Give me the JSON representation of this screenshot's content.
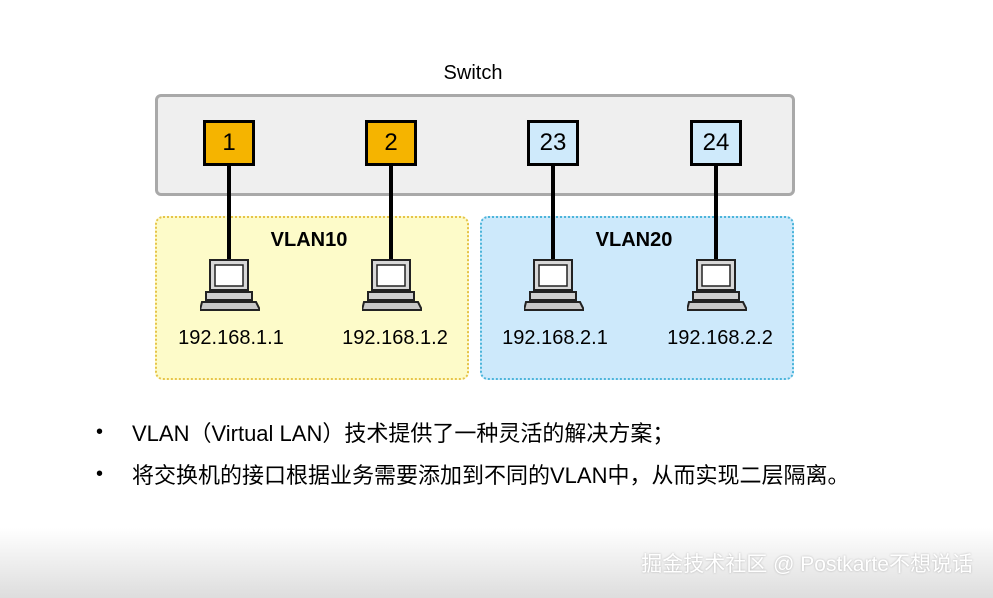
{
  "switch": {
    "label": "Switch"
  },
  "ports": [
    {
      "number": "1",
      "color": "#f5b400"
    },
    {
      "number": "2",
      "color": "#f5b400"
    },
    {
      "number": "23",
      "color": "#cfeafb"
    },
    {
      "number": "24",
      "color": "#cfeafb"
    }
  ],
  "vlans": [
    {
      "name": "VLAN10",
      "color": "#fdfbc9",
      "border": "#e6c44a"
    },
    {
      "name": "VLAN20",
      "color": "#cde9fb",
      "border": "#4cb5da"
    }
  ],
  "hosts": [
    {
      "ip": "192.168.1.1",
      "icon": "computer-icon"
    },
    {
      "ip": "192.168.1.2",
      "icon": "computer-icon"
    },
    {
      "ip": "192.168.2.1",
      "icon": "computer-icon"
    },
    {
      "ip": "192.168.2.2",
      "icon": "computer-icon"
    }
  ],
  "bullets": [
    "VLAN（Virtual LAN）技术提供了一种灵活的解决方案；",
    "将交换机的接口根据业务需要添加到不同的VLAN中，从而实现二层隔离。"
  ],
  "bullet_symbol": "•",
  "watermark": "掘金技术社区 @ Postkarte不想说话"
}
